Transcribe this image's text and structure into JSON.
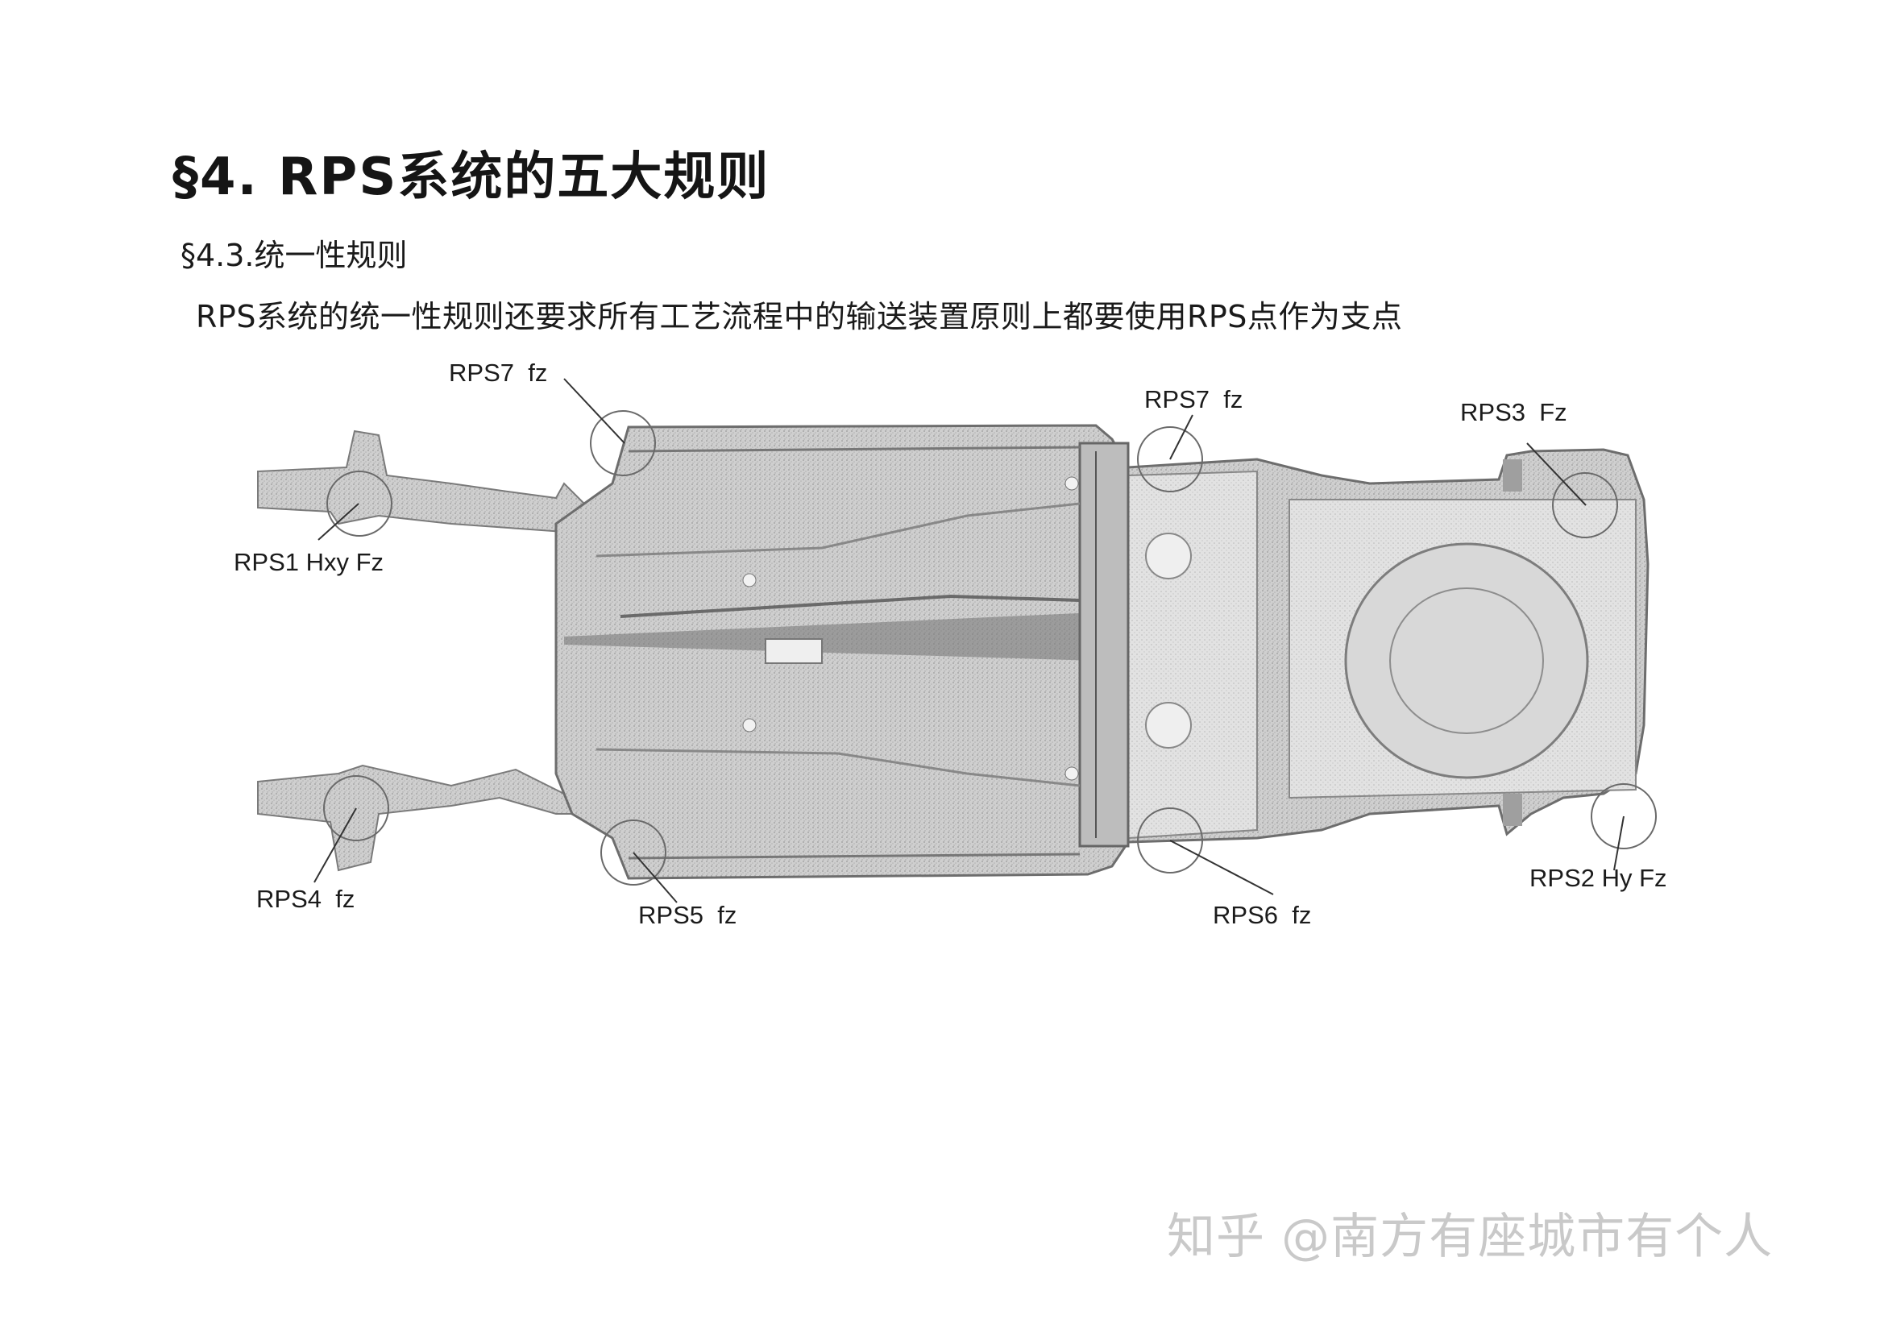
{
  "heading": {
    "title": "§4. RPS系统的五大规则",
    "subtitle": "§4.3.统一性规则",
    "description": "RPS系统的统一性规则还要求所有工艺流程中的输送装置原则上都要使用RPS点作为支点"
  },
  "diagram": {
    "labels": {
      "rps7_left": "RPS7  fz",
      "rps7_right": "RPS7  fz",
      "rps3": "RPS3  Fz",
      "rps1": "RPS1 Hxy Fz",
      "rps4": "RPS4  fz",
      "rps5": "RPS5  fz",
      "rps6": "RPS6  fz",
      "rps2": "RPS2 Hy Fz"
    }
  },
  "watermark": "知乎 @南方有座城市有个人"
}
